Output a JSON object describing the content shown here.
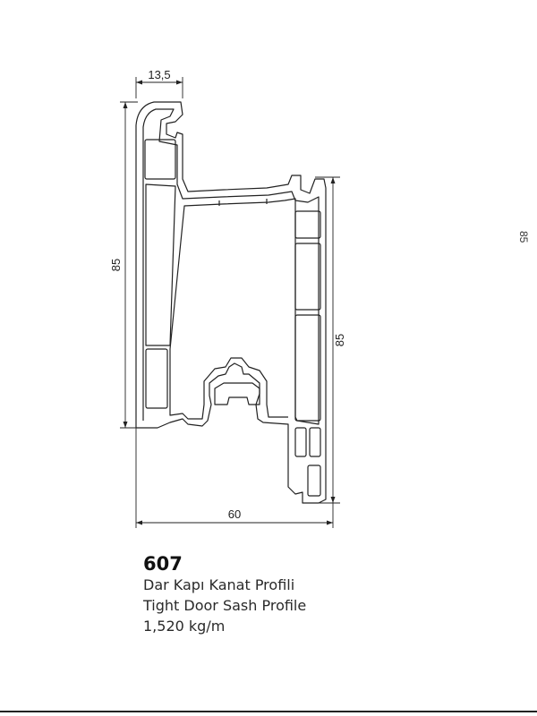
{
  "dimensions": {
    "top_width": "13,5",
    "left_height": "85",
    "right_height": "85",
    "bottom_width": "60"
  },
  "profile": {
    "code": "607",
    "name_tr": "Dar Kapı Kanat Profili",
    "name_en": "Tight Door Sash Profile",
    "weight": "1,520 kg/m"
  },
  "edge_mark": "85",
  "colors": {
    "line": "#222222",
    "background": "#ffffff"
  }
}
